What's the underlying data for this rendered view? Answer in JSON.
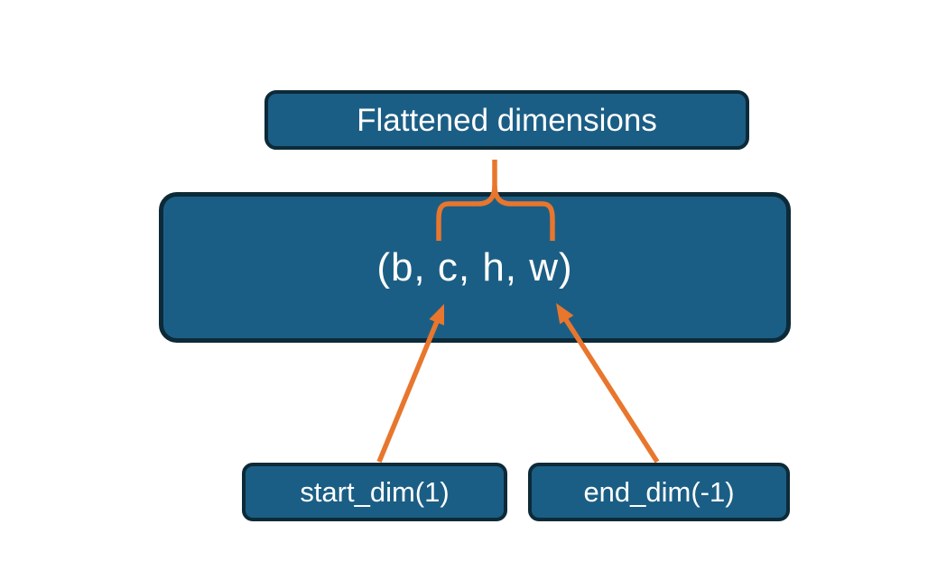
{
  "diagram": {
    "nodes": {
      "flattened": {
        "label": "Flattened dimensions"
      },
      "tuple": {
        "label": "(b, c, h, w)"
      },
      "start_dim": {
        "label": "start_dim(1)"
      },
      "end_dim": {
        "label": "end_dim(-1)"
      }
    },
    "connectors": {
      "brace": "curly-brace-opening-down connecting 'Flattened dimensions' to the c..w portion of the tuple",
      "start_arrow": "arrow from start_dim(1) box pointing up to the tuple",
      "end_arrow": "arrow from end_dim(-1) box pointing up to the tuple"
    }
  },
  "colors": {
    "background": "#FFFFFF",
    "box_fill": "#1B5E85",
    "box_border": "#0D2A38",
    "accent_orange": "#E8762D",
    "text": "#FFFFFF"
  }
}
